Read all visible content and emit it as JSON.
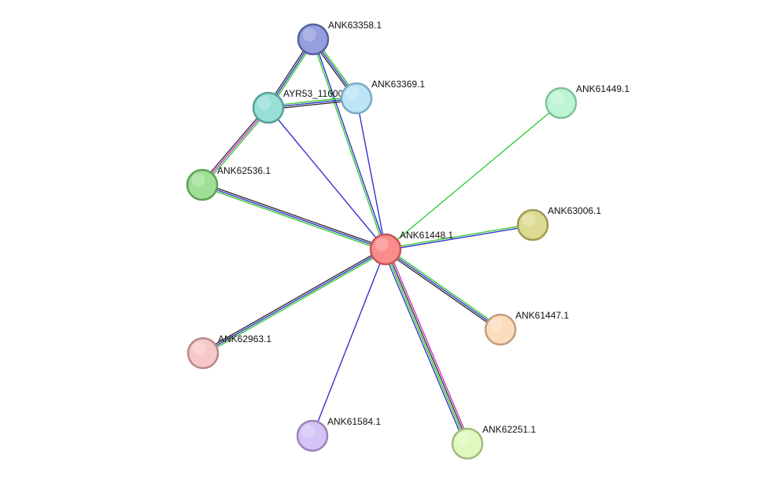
{
  "network": {
    "nodes": [
      {
        "id": "ANK61448.1",
        "label": "ANK61448.1",
        "fill": "#fa8c8c",
        "stroke": "#c85656"
      },
      {
        "id": "ANK63358.1",
        "label": "ANK63358.1",
        "fill": "#959fdf",
        "stroke": "#56619c"
      },
      {
        "id": "AYR53_11600",
        "label": "AYR53_11600",
        "fill": "#98dfd6",
        "stroke": "#58a09a"
      },
      {
        "id": "ANK63369.1",
        "label": "ANK63369.1",
        "fill": "#bde5f8",
        "stroke": "#7ea9c0"
      },
      {
        "id": "ANK61449.1",
        "label": "ANK61449.1",
        "fill": "#bdf5d4",
        "stroke": "#7fc09b"
      },
      {
        "id": "ANK62536.1",
        "label": "ANK62536.1",
        "fill": "#9fdf96",
        "stroke": "#5fa058"
      },
      {
        "id": "ANK63006.1",
        "label": "ANK63006.1",
        "fill": "#dddb91",
        "stroke": "#9d9a55"
      },
      {
        "id": "ANK61447.1",
        "label": "ANK61447.1",
        "fill": "#fddcbd",
        "stroke": "#c09e80"
      },
      {
        "id": "ANK62963.1",
        "label": "ANK62963.1",
        "fill": "#f7c8c8",
        "stroke": "#b88888"
      },
      {
        "id": "ANK61584.1",
        "label": "ANK61584.1",
        "fill": "#d4c4f6",
        "stroke": "#9786bc"
      },
      {
        "id": "ANK62251.1",
        "label": "ANK62251.1",
        "fill": "#e0f8bd",
        "stroke": "#a0bc80"
      }
    ],
    "edges": [
      {
        "source": "ANK61448.1",
        "target": "ANK63358.1",
        "colors": [
          "#33cc33",
          "#3333cc"
        ]
      },
      {
        "source": "ANK61448.1",
        "target": "AYR53_11600",
        "colors": [
          "#3333cc"
        ]
      },
      {
        "source": "ANK61448.1",
        "target": "ANK63369.1",
        "colors": [
          "#3333cc"
        ]
      },
      {
        "source": "ANK61448.1",
        "target": "ANK61449.1",
        "colors": [
          "#33cc33"
        ]
      },
      {
        "source": "ANK61448.1",
        "target": "ANK62536.1",
        "colors": [
          "#33cc33",
          "#3333cc",
          "#333333"
        ]
      },
      {
        "source": "ANK61448.1",
        "target": "ANK63006.1",
        "colors": [
          "#33cc33",
          "#3333cc"
        ]
      },
      {
        "source": "ANK61448.1",
        "target": "ANK61447.1",
        "colors": [
          "#33cc33",
          "#3333cc",
          "#333333"
        ]
      },
      {
        "source": "ANK61448.1",
        "target": "ANK62963.1",
        "colors": [
          "#33cc33",
          "#3333cc",
          "#333333"
        ]
      },
      {
        "source": "ANK61448.1",
        "target": "ANK61584.1",
        "colors": [
          "#3333cc"
        ]
      },
      {
        "source": "ANK61448.1",
        "target": "ANK62251.1",
        "colors": [
          "#cc33cc",
          "#333333",
          "#33cc33",
          "#3333cc"
        ]
      },
      {
        "source": "ANK63358.1",
        "target": "AYR53_11600",
        "colors": [
          "#33cc33",
          "#3333cc",
          "#333333"
        ]
      },
      {
        "source": "ANK63358.1",
        "target": "ANK63369.1",
        "colors": [
          "#33cc33",
          "#3333cc",
          "#333333"
        ]
      },
      {
        "source": "AYR53_11600",
        "target": "ANK63369.1",
        "colors": [
          "#33cc33",
          "#3333cc",
          "#333333"
        ]
      },
      {
        "source": "AYR53_11600",
        "target": "ANK62536.1",
        "colors": [
          "#33cc33",
          "#cc33cc",
          "#333333"
        ]
      }
    ]
  }
}
